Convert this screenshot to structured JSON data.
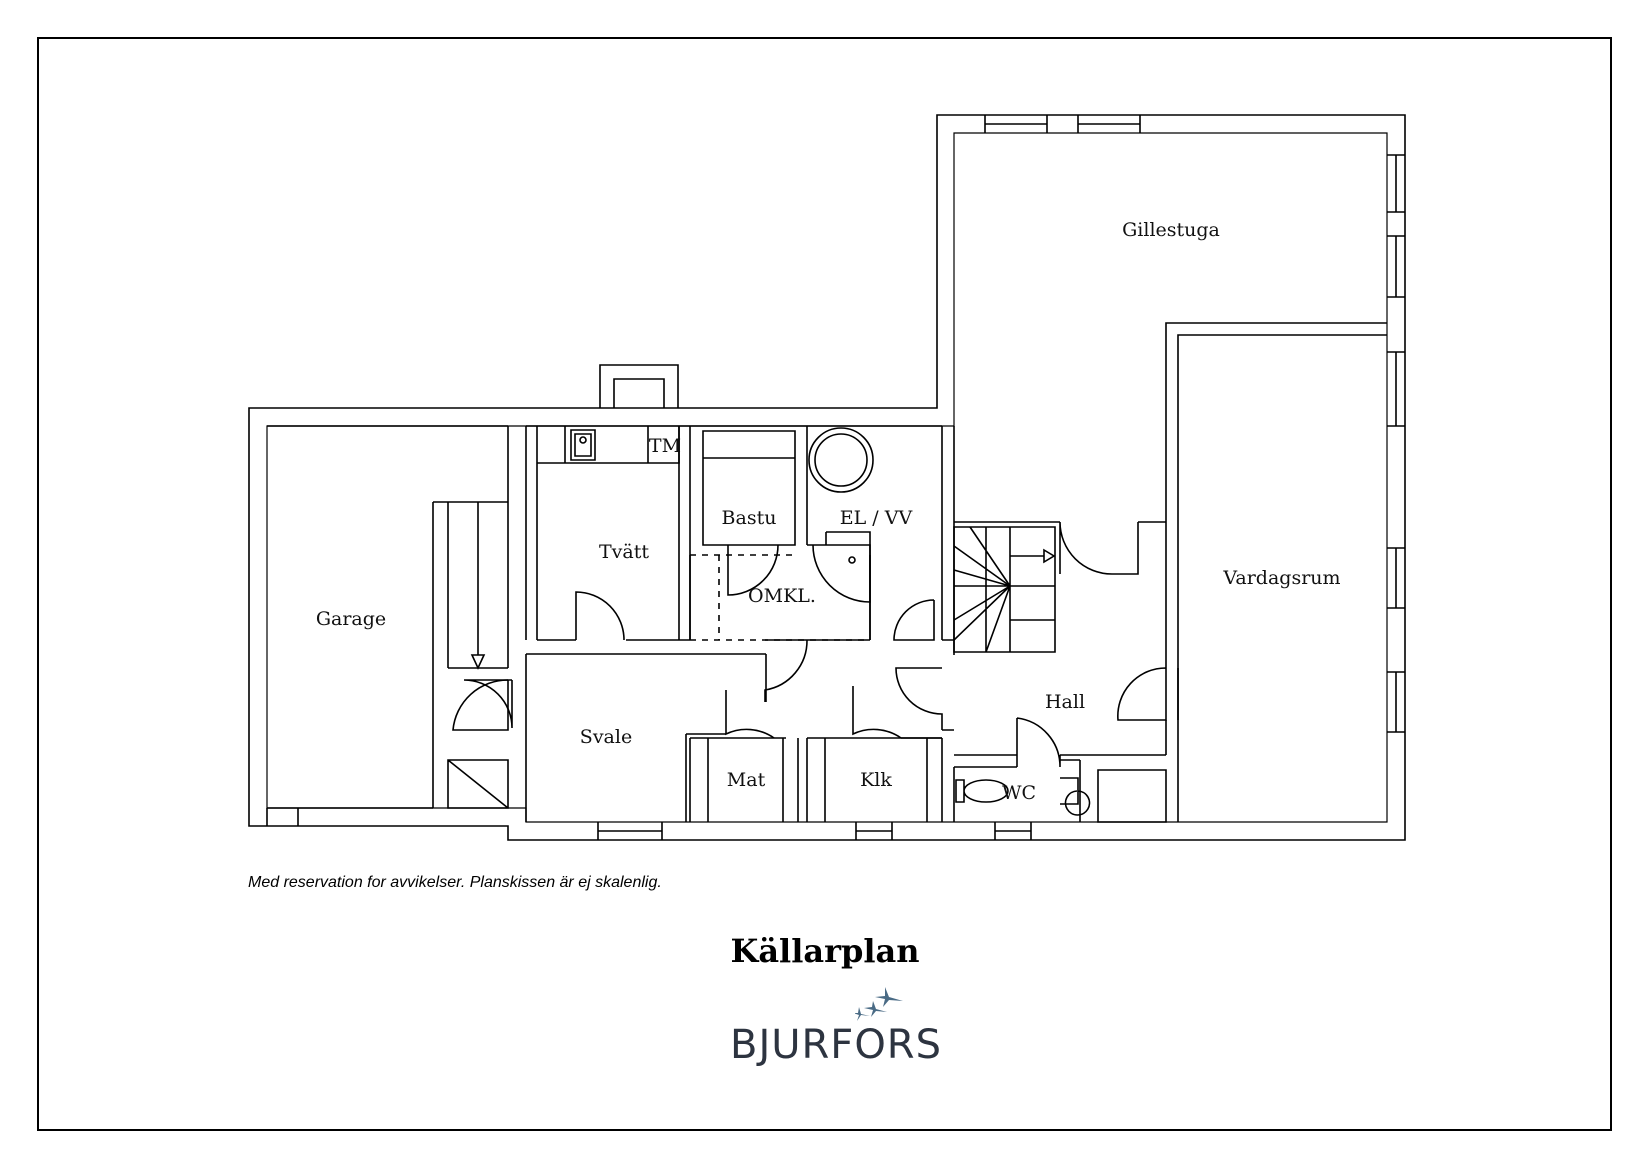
{
  "rooms": {
    "gillestuga": "Gillestuga",
    "vardagsrum": "Vardagsrum",
    "garage": "Garage",
    "tvatt": "Tvätt",
    "tm": "TM",
    "bastu": "Bastu",
    "el_vv": "EL / VV",
    "omkl": "OMKL.",
    "hall": "Hall",
    "svale": "Svale",
    "mat": "Mat",
    "klk": "Klk",
    "wc": "WC"
  },
  "disclaimer": "Med reservation for avvikelser. Planskissen är ej skalenlig.",
  "title": "Källarplan",
  "brand": {
    "name": "BJURFORS",
    "logo_icon": "birds-icon",
    "color": "#2d3440",
    "accent": "#4a6b85"
  }
}
